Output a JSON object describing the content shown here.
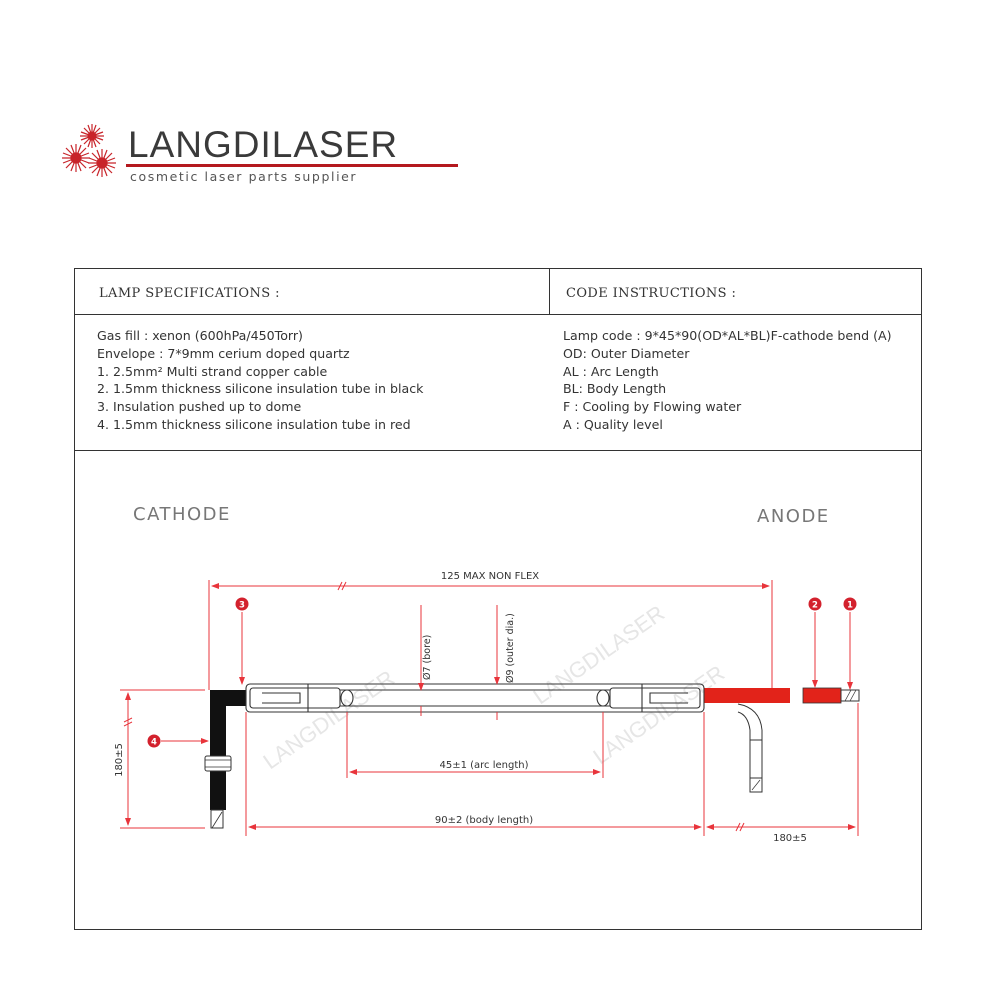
{
  "logo": {
    "brand": "LANGDILASER",
    "tagline": "cosmetic laser parts supplier"
  },
  "specs": {
    "header": "LAMP SPECIFICATIONS :",
    "lines": [
      "Gas fill : xenon (600hPa/450Torr)",
      "Envelope : 7*9mm cerium doped quartz",
      "1. 2.5mm² Multi strand copper cable",
      "2. 1.5mm thickness silicone insulation tube in  black",
      "3.  Insulation pushed up to dome",
      "4. 1.5mm thickness silicone insulation tube in red"
    ]
  },
  "code": {
    "header": "CODE INSTRUCTIONS :",
    "lines": [
      "Lamp code : 9*45*90(OD*AL*BL)F-cathode bend (A)",
      "OD: Outer Diameter",
      "AL : Arc Length",
      "BL: Body Length",
      "F   : Cooling by Flowing water",
      "A    : Quality level"
    ]
  },
  "diagram": {
    "cathode_label": "CATHODE",
    "anode_label": "ANODE",
    "dim_max_non_flex": "125 MAX NON FLEX",
    "dim_arc_length": "45±1 (arc length)",
    "dim_body_length": "90±2 (body length)",
    "dim_cathode_lead": "180±5",
    "dim_anode_lead": "180±5",
    "dim_bore": "Ø7 (bore)",
    "dim_outer": "Ø9 (outer dia.)",
    "watermark": "LANGDILASER",
    "callouts": [
      "1",
      "2",
      "3",
      "4"
    ],
    "colors": {
      "callout": "#d3212d",
      "red_insulation": "#e2231a",
      "black_insulation": "#111111",
      "dim_line": "#e8343b",
      "logo_red": "#b4181e"
    }
  }
}
